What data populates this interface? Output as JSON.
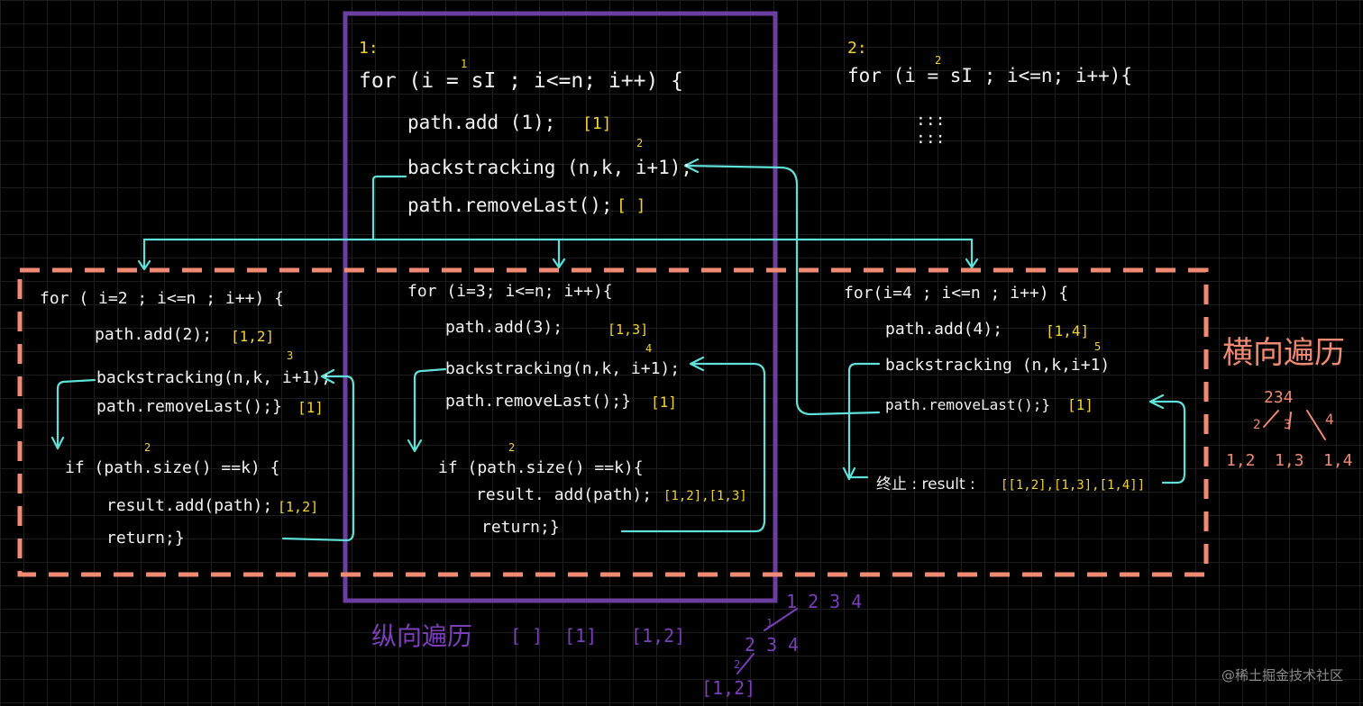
{
  "colors": {
    "purple_box": "#6b3fa0",
    "salmon_dash": "#f08a72",
    "cyan_arrow": "#5fe0d8",
    "yellow_note": "#f2d230",
    "text": "#f2f2f2"
  },
  "level1": {
    "number": "1:",
    "for_line": "for (i = sI ; i<=n; i++) {",
    "sup_start": "1",
    "path_add": "path.add (1);",
    "path_add_note": "[1]",
    "backtracking": "backstracking (n,k, i+1);",
    "backtracking_sup": "2",
    "remove_last": "path.removeLast();",
    "remove_last_note": "[ ]"
  },
  "level2": {
    "number": "2:",
    "for_line": "for (i = sI ; i<=n; i++){",
    "sup_start": "2",
    "ellipsis": ":::"
  },
  "sub1": {
    "for_line": "for ( i=2 ; i<=n ; i++) {",
    "path_add": "path.add(2);",
    "path_add_note": "[1,2]",
    "backtracking": "backstracking(n,k, i+1);",
    "backtracking_sup": "3",
    "remove_last": "path.removeLast();}",
    "remove_last_note": "[1]",
    "if_line": "if (path.size() ==k) {",
    "if_sup": "2",
    "result_add": "result.add(path);",
    "result_note": "[1,2]",
    "return_line": "return;}"
  },
  "sub2": {
    "for_line": "for (i=3; i<=n; i++){",
    "path_add": "path.add(3);",
    "path_add_note": "[1,3]",
    "backtracking": "backstracking(n,k, i+1);",
    "backtracking_sup": "4",
    "remove_last": "path.removeLast();}",
    "remove_last_note": "[1]",
    "if_line": "if (path.size() ==k){",
    "if_sup": "2",
    "result_add": "result. add(path);",
    "result_note": "[1,2],[1,3]",
    "return_line": "return;}"
  },
  "sub3": {
    "for_line": "for(i=4 ; i<=n ; i++) {",
    "path_add": "path.add(4);",
    "path_add_note": "[1,4]",
    "backtracking": "backstracking (n,k,i+1)",
    "backtracking_sup": "5",
    "remove_last": "path.removeLast();}",
    "remove_last_note": "[1]",
    "terminate": "终止 : result :",
    "terminate_note": "[[1,2],[1,3],[1,4]]"
  },
  "horizontal": {
    "label": "横向遍历",
    "top": "234",
    "leaves": [
      "1,2",
      "1,3",
      "1,4"
    ],
    "branch_nums": [
      "2",
      "3",
      "4"
    ]
  },
  "vertical": {
    "label": "纵向遍历",
    "states": [
      "[ ]",
      "[1]",
      "[1,2]"
    ],
    "tree_top": "1 2 3 4",
    "tree_mid": "2 3 4",
    "tree_leaf": "[1,2]",
    "branch_1": "1",
    "branch_2": "2"
  },
  "watermark": "@稀土掘金技术社区"
}
